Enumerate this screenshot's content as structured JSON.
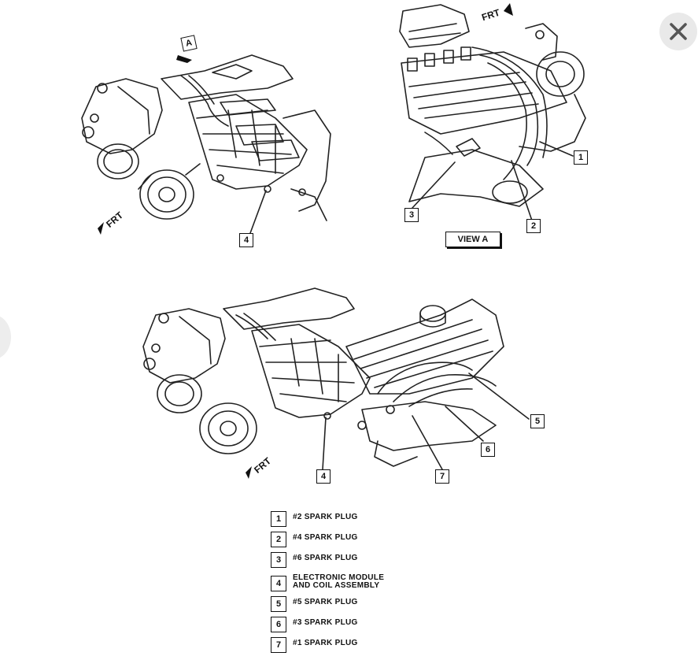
{
  "figure": {
    "callout_letter": "A",
    "frt_label": "FRT",
    "view_label": "VIEW A",
    "callout_numbers": [
      "1",
      "2",
      "3",
      "4",
      "5",
      "6",
      "7"
    ]
  },
  "legend": [
    {
      "num": "1",
      "label": "#2 SPARK PLUG"
    },
    {
      "num": "2",
      "label": "#4 SPARK PLUG"
    },
    {
      "num": "3",
      "label": "#6 SPARK PLUG"
    },
    {
      "num": "4",
      "label": "ELECTRONIC MODULE\nAND COIL ASSEMBLY"
    },
    {
      "num": "5",
      "label": "#5 SPARK PLUG"
    },
    {
      "num": "6",
      "label": "#3 SPARK PLUG"
    },
    {
      "num": "7",
      "label": "#1 SPARK PLUG"
    }
  ],
  "controls": {
    "close_icon": "close-icon"
  }
}
